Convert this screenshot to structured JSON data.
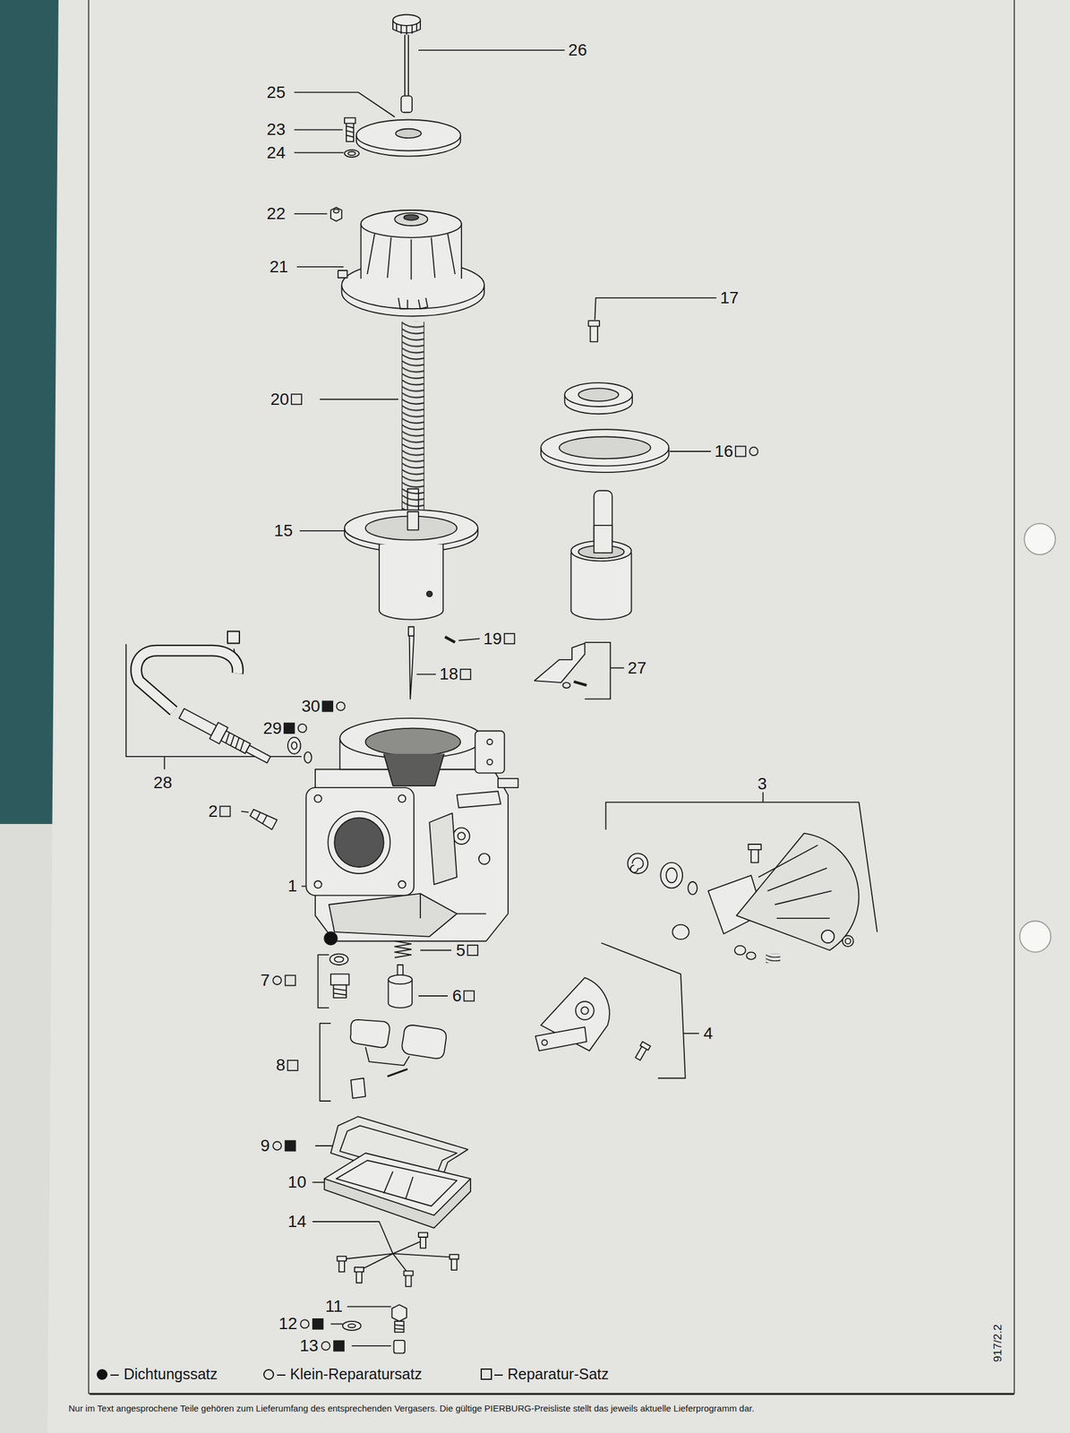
{
  "diagram": {
    "labels": [
      "26",
      "25",
      "23",
      "24",
      "22",
      "21",
      "17",
      "20",
      "16",
      "15",
      "19",
      "18",
      "27",
      "30",
      "29",
      "28",
      "2",
      "3",
      "1",
      "5",
      "7",
      "6",
      "8",
      "4",
      "9",
      "10",
      "14",
      "11",
      "12",
      "13",
      "Nur im Text angesprochene Teile gehören zum Lieferumfang des entsprechenden Vergasers. Die gültige PIERBURG-Preisliste stellt das jeweils aktuelle Lieferprogramm dar.",
      "917/2.2"
    ],
    "legend": [
      {
        "text": "Dichtungssatz"
      },
      {
        "text": "Klein-Reparatursatz"
      },
      {
        "text": "Reparatur-Satz"
      }
    ]
  }
}
